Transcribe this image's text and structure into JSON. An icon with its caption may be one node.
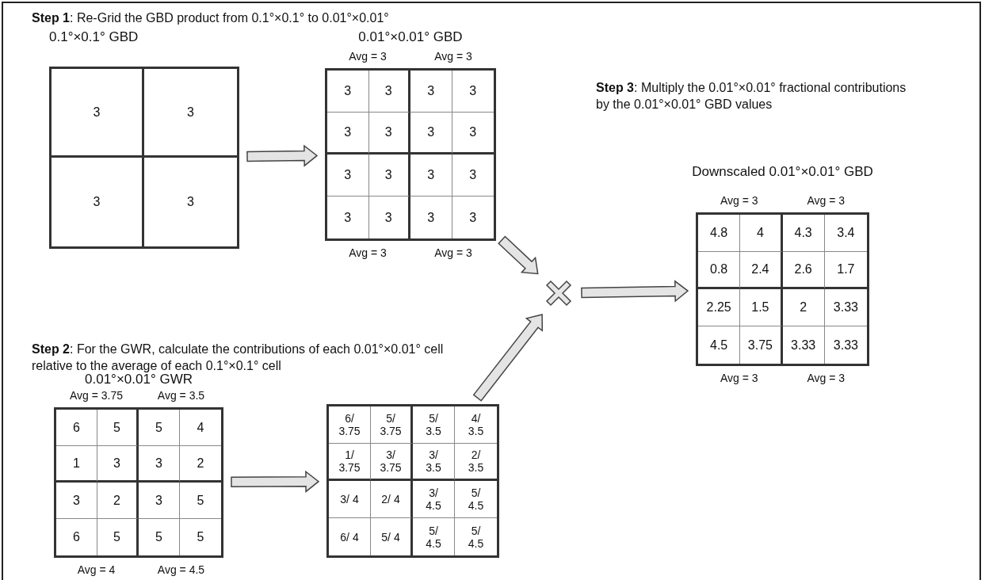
{
  "diagram": {
    "title": "**Step 1**: Re-Grid the GBD product from 0.1°×0.1° to 0.01°×0.01°",
    "nodes": [
      {
        "text": [
          "0.1°×0.1° GBD",
          "3",
          "3",
          "3",
          "3"
        ]
      },
      {
        "text": [
          "0.01°×0.01° GBD",
          "3",
          "3",
          "3",
          "3",
          "3",
          "3",
          "3",
          "3",
          "3",
          "3",
          "3",
          "3",
          "3",
          "3",
          "3",
          "3"
        ],
        "beside": [
          "Avg = 3",
          "Avg = 3",
          "Avg = 3",
          "Avg = 3"
        ]
      },
      {
        "text": [
          "Downscaled 0.01°×0.01° GBD",
          "4.8",
          "4",
          "4.3",
          "3.4",
          "0.8",
          "2.4",
          "2.6",
          "1.7",
          "2.25",
          "1.5",
          "2",
          "3.33",
          "4.5",
          "3.75",
          "3.33",
          "3.33"
        ],
        "beside": [
          "Avg = 3",
          "Avg = 3",
          "Avg = 3",
          "Avg = 3"
        ]
      },
      {
        "text": [],
        "shape": "cross"
      },
      {
        "text": [
          "0.01°×0.01° GWR",
          "6",
          "5",
          "5",
          "4",
          "1",
          "3",
          "3",
          "2",
          "3",
          "2",
          "3",
          "5",
          "6",
          "5",
          "5",
          "5"
        ],
        "beside": [
          "Avg = 3.75",
          "Avg = 3.5",
          "Avg = 4",
          "Avg = 4.5"
        ]
      },
      {
        "text": [
          "6/ 3.75",
          "5/ 3.75",
          "5/ 3.5",
          "4/ 3.5",
          "1/ 3.75",
          "3/ 3.75",
          "3/ 3.5",
          "2/ 3.5",
          "3/ 4",
          "2/ 4",
          "3/ 4.5",
          "5/ 4.5",
          "6/ 4",
          "5/ 4",
          "5/ 4.5",
          "5/ 4.5"
        ]
      }
    ],
    "edges": [
      {
        "from": 0,
        "to": 1,
        "arrow": "to"
      },
      {
        "from": 1,
        "to": 3,
        "arrow": "to"
      },
      {
        "from": 3,
        "to": 2,
        "arrow": "to"
      },
      {
        "from": 4,
        "to": 5,
        "arrow": "to"
      },
      {
        "from": 5,
        "to": 3,
        "arrow": "to"
      }
    ],
    "labels": [
      "**Step 3**: Multiply the 0.01°×0.01° fractional contributions by the 0.01°×0.01° GBD values",
      "**Step 2**: For the GWR, calculate the contributions of each 0.01°×0.01° cell relative to the average of each 0.1°×0.1° cell"
    ]
  }
}
